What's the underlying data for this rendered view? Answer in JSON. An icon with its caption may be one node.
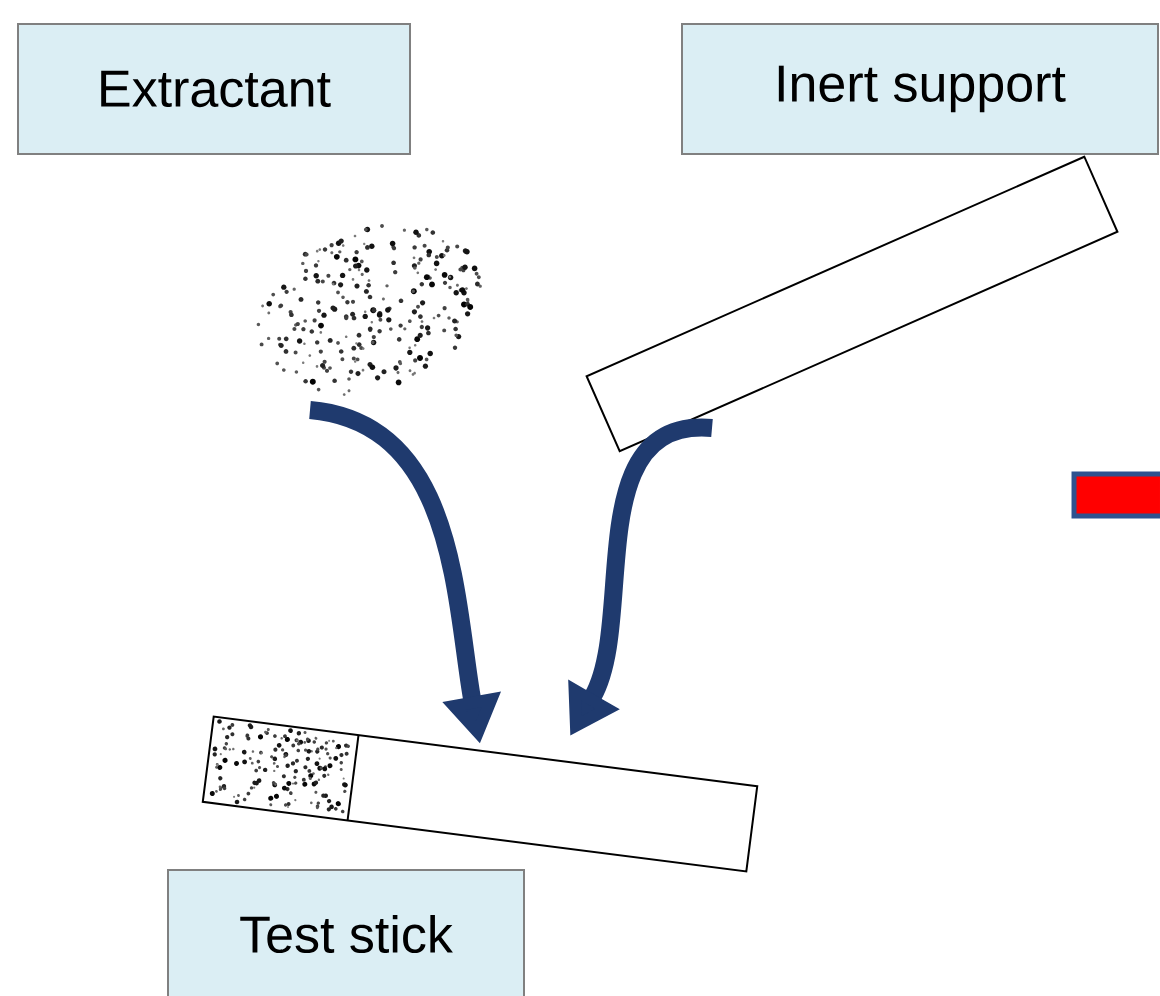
{
  "diagram": {
    "nodes": [
      {
        "text": [
          "Extractant"
        ]
      },
      {
        "text": [
          "Inert support"
        ]
      },
      {
        "text": [
          "Test stick"
        ]
      },
      {
        "text": [],
        "shape": "picture"
      },
      {
        "text": [],
        "shape": "bar"
      },
      {
        "text": [],
        "shape": "bar"
      }
    ],
    "edges": [
      {
        "from": 3,
        "to": 5,
        "arrow": "to"
      },
      {
        "from": 4,
        "to": 5,
        "arrow": "to"
      }
    ]
  }
}
